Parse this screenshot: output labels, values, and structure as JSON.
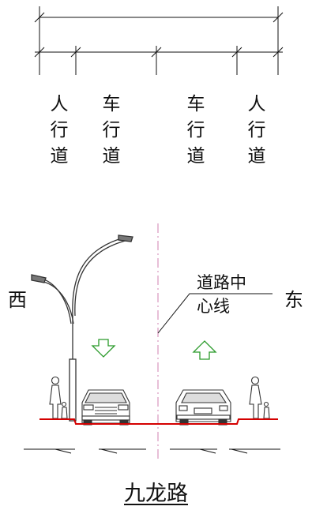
{
  "lanes": {
    "left_sidewalk": [
      "人",
      "行",
      "道"
    ],
    "left_carriageway": [
      "车",
      "行",
      "道"
    ],
    "right_carriageway": [
      "车",
      "行",
      "道"
    ],
    "right_sidewalk": [
      "人",
      "行",
      "道"
    ]
  },
  "directions": {
    "west": "西",
    "east": "东"
  },
  "centerline_label": {
    "line1": "道路中",
    "line2": "心线"
  },
  "road_name": "九龙路",
  "colors": {
    "road_surface": "#d40000",
    "centerline": "#d080b0",
    "arrows": "#2a9a2a",
    "ink": "#111111"
  },
  "icons": [
    "street-lamp-icon",
    "pedestrian-icon",
    "car-front-icon",
    "car-rear-icon",
    "down-arrow-icon",
    "up-arrow-icon"
  ]
}
